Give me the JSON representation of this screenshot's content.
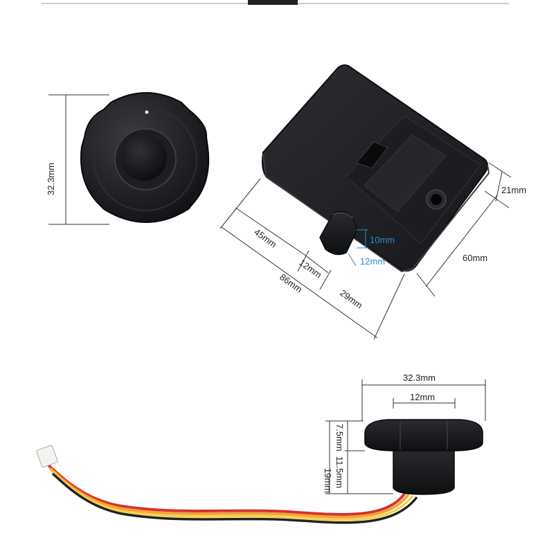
{
  "colors": {
    "dimension_line": "#333333",
    "accent_dimension": "#2b8fc8",
    "device_body": "#1b1c1f",
    "wire_red": "#d8322a",
    "wire_orange": "#f2a43a",
    "wire_yellow": "#f4d04a",
    "wire_black": "#222222"
  },
  "knob_front": {
    "height_label": "32.3mm"
  },
  "lock_body": {
    "dims": {
      "height": "21mm",
      "depth": "60mm",
      "length_left": "45mm",
      "bolt_width": "12mm",
      "length_total": "86mm",
      "length_right": "29mm",
      "bolt_height": "10mm",
      "bolt_depth": "12mm"
    }
  },
  "knob_side": {
    "dims": {
      "diameter": "32.3mm",
      "stem": "12mm",
      "cap_height": "7.5mm",
      "stem_height": "11.5mm",
      "total_height": "19mm"
    }
  }
}
